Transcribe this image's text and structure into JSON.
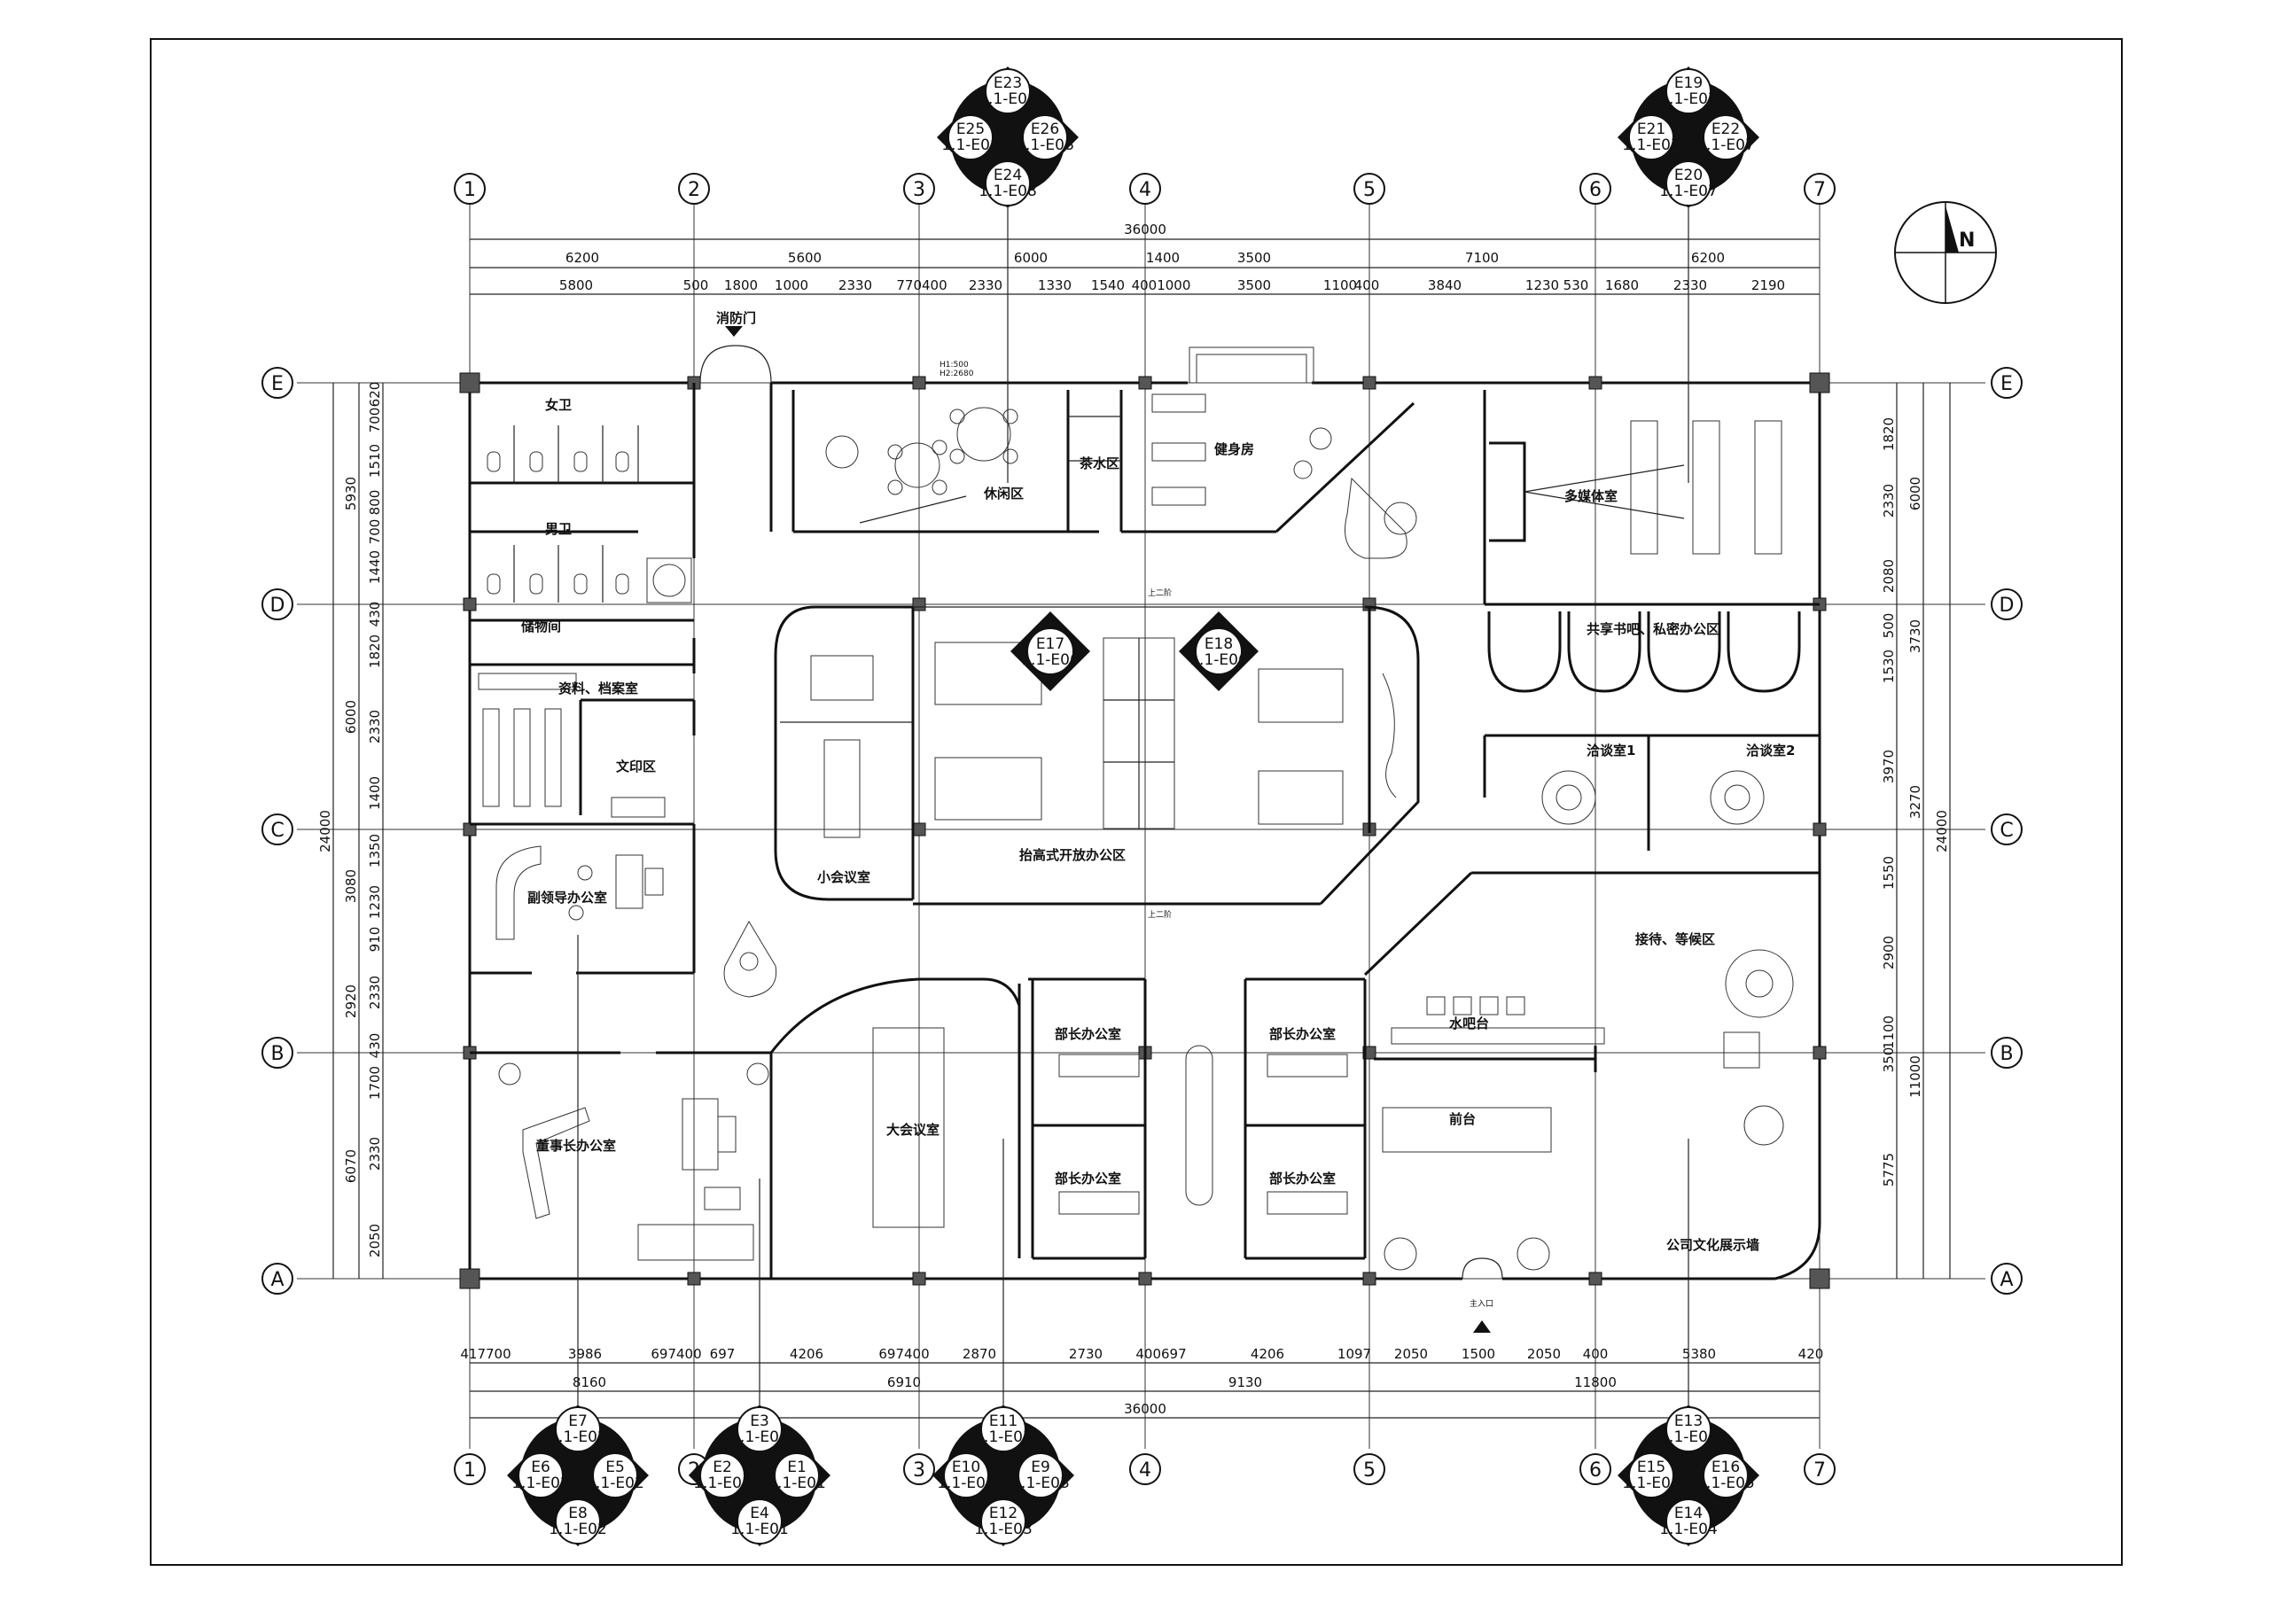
{
  "plan": {
    "grid_columns": [
      "1",
      "2",
      "3",
      "4",
      "5",
      "6",
      "7"
    ],
    "grid_rows": [
      "E",
      "D",
      "C",
      "B",
      "A"
    ],
    "north_label": "N",
    "total_width": "36000",
    "total_depth": "24000",
    "top_dims_1": [
      "6200",
      "5600",
      "6000",
      "1400",
      "3500",
      "7100",
      "6200"
    ],
    "top_dims_2": [
      "5800",
      "500",
      "1800",
      "1000",
      "2330",
      "770400",
      "2330",
      "1330",
      "1540",
      "4001000",
      "3500",
      "1100",
      "400",
      "3840",
      "1230",
      "530",
      "1680",
      "2330",
      "2190"
    ],
    "bottom_dims_1": [
      "417700",
      "3986",
      "697400",
      "697",
      "4206",
      "697400",
      "2870",
      "2730",
      "400697",
      "4206",
      "1097",
      "2050",
      "1500",
      "2050",
      "400",
      "5380",
      "420"
    ],
    "bottom_dims_2": [
      "8160",
      "6910",
      "9130",
      "11800"
    ],
    "left_dims_1": [
      "5930",
      "6000",
      "3080",
      "2920",
      "6070"
    ],
    "left_dims_2": [
      "620",
      "700",
      "1510",
      "800",
      "700",
      "1440",
      "430",
      "1820",
      "2330",
      "1400",
      "1350",
      "1230",
      "910",
      "2330",
      "430",
      "1700",
      "2330",
      "2050"
    ],
    "right_dims_1": [
      "6000",
      "3730",
      "3270",
      "11000"
    ],
    "right_dims_2": [
      "1820",
      "2330",
      "2080",
      "500",
      "1530",
      "3970",
      "1550",
      "2900",
      "1100",
      "350",
      "5775"
    ],
    "rooms": {
      "womens_wc": "女卫",
      "mens_wc": "男卫",
      "storage": "储物间",
      "archive": "资料、档案室",
      "print_area": "文印区",
      "vice_office": "副领导办公室",
      "chairman_office": "董事长办公室",
      "lounge": "休闲区",
      "tea_area": "茶水区",
      "gym": "健身房",
      "multimedia": "多媒体室",
      "shared_library": "共享书吧、私密办公区",
      "negotiation_1": "洽谈室1",
      "negotiation_2": "洽谈室2",
      "reception_wait": "接待、等候区",
      "water_bar": "水吧台",
      "front_desk": "前台",
      "culture_wall": "公司文化展示墙",
      "small_meeting": "小会议室",
      "open_office": "抬高式开放办公区",
      "big_meeting": "大会议室",
      "minister_office_1": "部长办公室",
      "minister_office_2": "部长办公室",
      "minister_office_3": "部长办公室",
      "minister_office_4": "部长办公室",
      "fire_door": "消防门",
      "main_entrance": "主入口",
      "up_2": "上二阶",
      "up_2b": "上二阶"
    },
    "elev_top_mid": [
      "E23",
      "1.1-E08",
      "E25",
      "1.1-E08",
      "E26",
      "1.1-E08",
      "E24",
      "1.1-E08"
    ],
    "elev_top_right": [
      "E19",
      "1.1-E07",
      "E21",
      "1.1-E07",
      "E22",
      "1.1-E07",
      "E20",
      "1.1-E07"
    ],
    "elev_mid_left": [
      "E17",
      "1.1-E06"
    ],
    "elev_mid_right": [
      "E18",
      "1.1-E06"
    ],
    "elev_bot_1": [
      "E7",
      "1.1-E02",
      "E6",
      "1.1-E02",
      "E5",
      "1.1-E02",
      "E8",
      "1.1-E02"
    ],
    "elev_bot_2": [
      "E3",
      "1.1-E01",
      "E2",
      "1.1-E01",
      "E1",
      "1.1-E01",
      "E4",
      "1.1-E01"
    ],
    "elev_bot_3": [
      "E11",
      "1.1-E03",
      "E10",
      "1.1-E03",
      "E9",
      "1.1-E03",
      "E12",
      "1.1-E03"
    ],
    "elev_bot_4": [
      "E13",
      "1.1-E04",
      "E15",
      "1.1-E05",
      "E16",
      "1.1-E05",
      "E14",
      "1.1-E04"
    ],
    "small_notes": {
      "h1_500": "H1:500",
      "h2_2680": "H2:2680"
    }
  }
}
